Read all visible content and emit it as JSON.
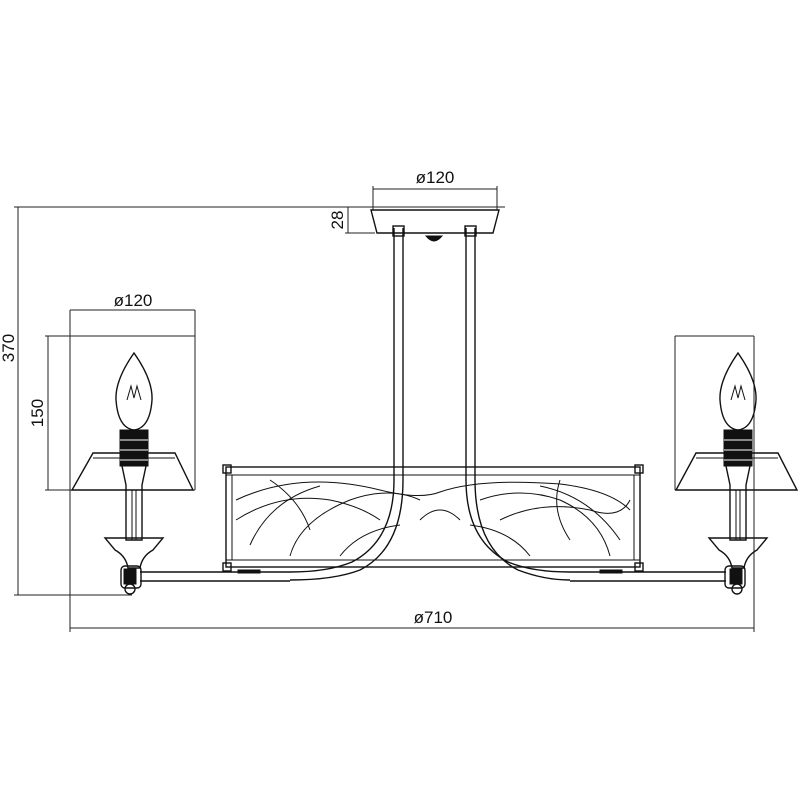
{
  "dimensions": {
    "canopy_diameter": "ø120",
    "canopy_height": "28",
    "overall_height": "370",
    "shade_diameter": "ø120",
    "shade_height": "150",
    "overall_width": "ø710"
  }
}
